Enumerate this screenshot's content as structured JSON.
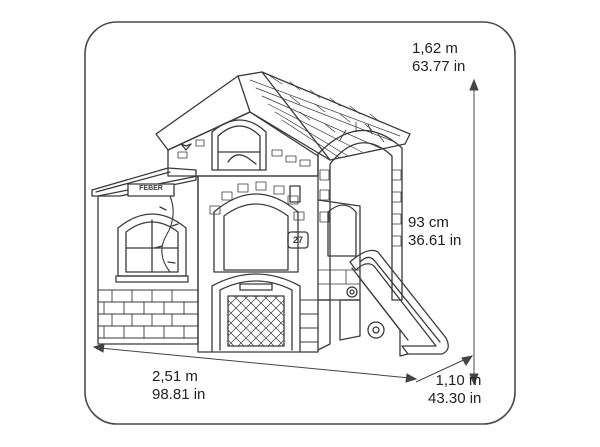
{
  "dimensions": {
    "total_height": {
      "metric": "1,62 m",
      "imperial": "63.77 in"
    },
    "slide_height": {
      "metric": "93 cm",
      "imperial": "36.61 in"
    },
    "width": {
      "metric": "2,51 m",
      "imperial": "98.81 in"
    },
    "depth": {
      "metric": "1,10 m",
      "imperial": "43.30 in"
    }
  },
  "house": {
    "sign_text": "FEBER",
    "house_number": "27"
  },
  "colors": {
    "line": "#3a3a3a",
    "frame": "#4a4a4a",
    "background": "#ffffff"
  }
}
